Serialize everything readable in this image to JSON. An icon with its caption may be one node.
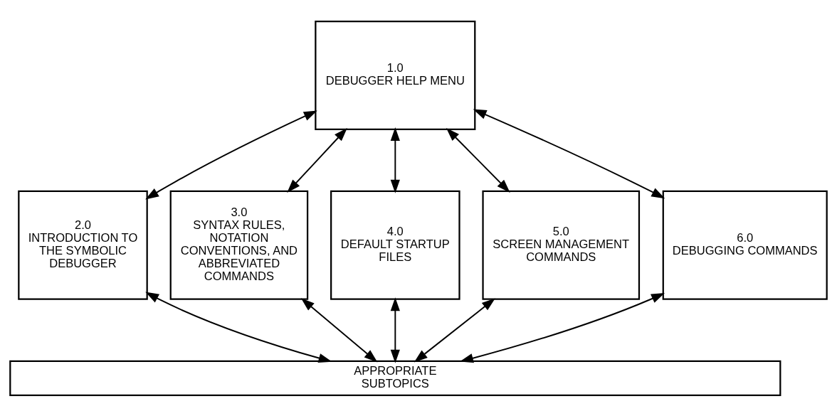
{
  "diagram": {
    "nodes": [
      {
        "text": [
          "1.0",
          "DEBUGGER HELP MENU"
        ]
      },
      {
        "text": [
          "2.0",
          "INTRODUCTION TO THE SYMBOLIC DEBUGGER"
        ]
      },
      {
        "text": [
          "3.0",
          "SYNTAX RULES, NOTATION CONVENTIONS, AND ABBREVIATED COMMANDS"
        ]
      },
      {
        "text": [
          "4.0",
          "DEFAULT STARTUP FILES"
        ]
      },
      {
        "text": [
          "5.0",
          "SCREEN MANAGEMENT COMMANDS"
        ]
      },
      {
        "text": [
          "6.0",
          "DEBUGGING COMMANDS"
        ]
      },
      {
        "text": [
          "APPROPRIATE SUBTOPICS"
        ]
      }
    ],
    "edges": [
      {
        "from": 0,
        "to": 1,
        "arrow": "both"
      },
      {
        "from": 0,
        "to": 2,
        "arrow": "both"
      },
      {
        "from": 0,
        "to": 3,
        "arrow": "both"
      },
      {
        "from": 0,
        "to": 4,
        "arrow": "both"
      },
      {
        "from": 0,
        "to": 5,
        "arrow": "both"
      },
      {
        "from": 1,
        "to": 6,
        "arrow": "both"
      },
      {
        "from": 2,
        "to": 6,
        "arrow": "both"
      },
      {
        "from": 3,
        "to": 6,
        "arrow": "both"
      },
      {
        "from": 4,
        "to": 6,
        "arrow": "both"
      },
      {
        "from": 5,
        "to": 6,
        "arrow": "both"
      }
    ]
  }
}
